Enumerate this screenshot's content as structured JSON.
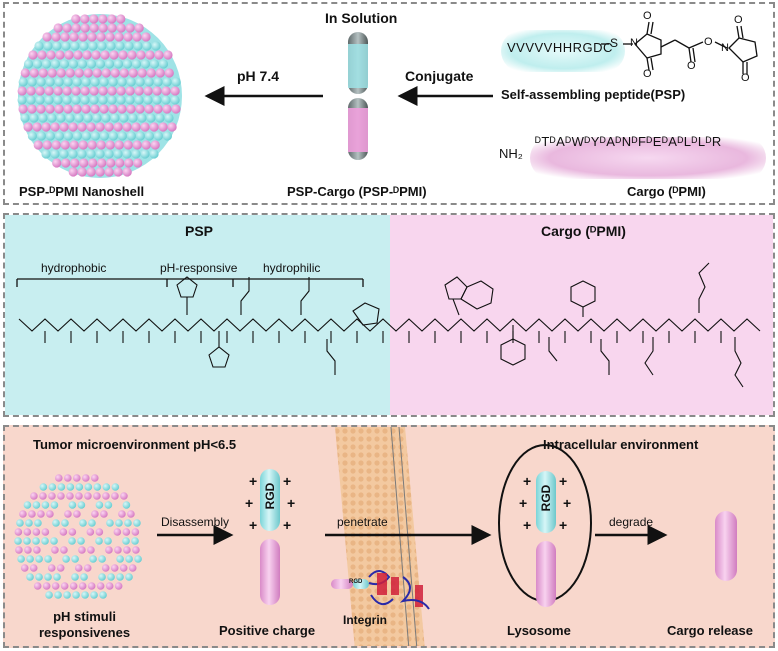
{
  "top": {
    "title": "In Solution",
    "ph_label": "pH 7.4",
    "conjugate_label": "Conjugate",
    "nanoshell_label": "PSP-ᴰPMI Nanoshell",
    "psp_cargo_label": "PSP-Cargo (PSP-ᴰPMI)",
    "psp_sequence": "VVVVVHHRGDC",
    "psp_caption": "Self-assembling peptide(PSP)",
    "cargo_nh2": "NH₂",
    "cargo_sequence": "ᴰTᴰAᴰWᴰYᴰAᴰNᴰFᴰEᴰAᴰLᴰLᴰR",
    "cargo_caption": "Cargo (ᴰPMI)",
    "linker_s": "S"
  },
  "middle": {
    "psp_title": "PSP",
    "cargo_title": "Cargo (ᴰPMI)",
    "segments": [
      "hydrophobic",
      "pH-responsive",
      "hydrophilic"
    ]
  },
  "bottom": {
    "tumor_title": "Tumor microenvironment pH<6.5",
    "intracellular_title": "Intracellular environment",
    "disassembly_label": "Disassembly",
    "penetrate_label": "penetrate",
    "degrade_label": "degrade",
    "rgd": "RGD",
    "integrin_label": "Integrin",
    "ph_stimuli_label": "pH stimuli\nresponsivenes",
    "positive_charge_label": "Positive charge",
    "lysosome_label": "Lysosome",
    "cargo_release_label": "Cargo release",
    "plus": "+"
  },
  "colors": {
    "cyan": "#9fe3e6",
    "pink": "#ee9fdc",
    "psp_bg": "#c8eef0",
    "cargo_bg": "#f8d6ee",
    "bottom_bg": "#f8d7cc",
    "integrin_red": "#d0203a",
    "integrin_blue": "#2a2aa8"
  }
}
